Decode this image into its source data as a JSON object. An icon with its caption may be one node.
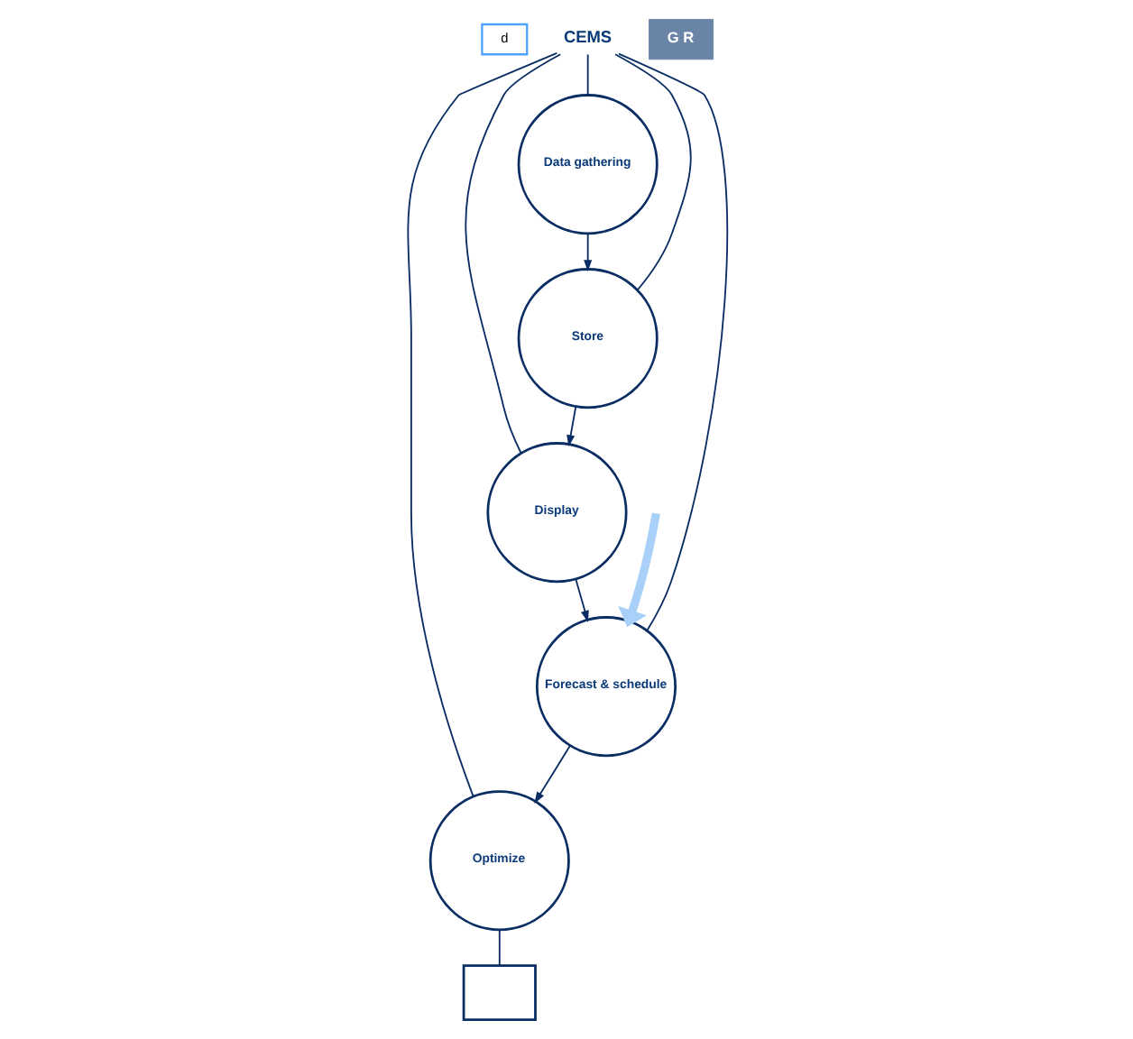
{
  "diagram": {
    "nodes": [
      {
        "text": [
          "d"
        ]
      },
      {
        "text": [
          "Forecast & schedule"
        ]
      },
      {
        "text": [
          "Optimize"
        ]
      },
      {
        "text": [],
        "shape": "box"
      },
      {
        "text": [
          "CEMS"
        ]
      },
      {
        "text": [
          "Data gathering"
        ]
      },
      {
        "text": [
          "Display"
        ]
      },
      {
        "text": [
          "Store"
        ]
      },
      {
        "text": [
          "G R"
        ]
      }
    ],
    "edges": [
      {
        "from": null,
        "to": 1,
        "arrow": "to",
        "style": "thick",
        "color": "#a8d0f8"
      },
      {
        "from": 1,
        "to": 2,
        "arrow": "to"
      },
      {
        "from": 2,
        "to": 3,
        "arrow": "none"
      },
      {
        "from": 4,
        "to": 1,
        "arrow": "none"
      },
      {
        "from": 4,
        "to": 2,
        "arrow": "none"
      },
      {
        "from": 4,
        "to": 5,
        "arrow": "none"
      },
      {
        "from": 4,
        "to": 6,
        "arrow": "none"
      },
      {
        "from": 4,
        "to": 7,
        "arrow": "none"
      },
      {
        "from": 5,
        "to": 7,
        "arrow": "to"
      },
      {
        "from": 7,
        "to": 6,
        "arrow": "to"
      },
      {
        "from": 6,
        "to": 1,
        "arrow": "to"
      }
    ]
  }
}
